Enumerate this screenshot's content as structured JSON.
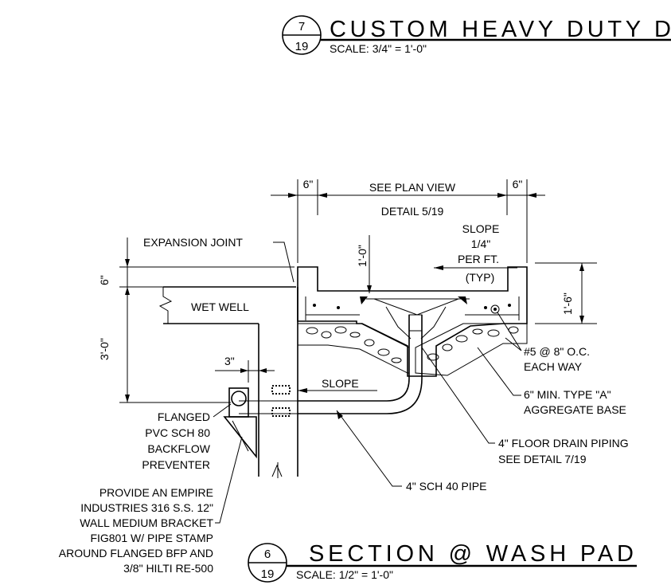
{
  "detail_top": {
    "number": "7",
    "sheet": "19",
    "title": "CUSTOM HEAVY DUTY D",
    "scale": "SCALE: 3/4\" = 1'-0\""
  },
  "detail_bottom": {
    "number": "6",
    "sheet": "19",
    "title": "SECTION @ WASH PAD",
    "scale": "SCALE: 1/2\" = 1'-0\""
  },
  "dimensions": {
    "left_curb": "6\"",
    "right_curb": "6\"",
    "slab_depth": "1'-0\"",
    "curb_height": "1'-6\"",
    "wall_top": "6\"",
    "wall_height": "3'-0\"",
    "bracket_gap": "3\""
  },
  "labels": {
    "see_plan": "SEE PLAN VIEW",
    "detail_ref": "DETAIL 5/19",
    "slope_title": "SLOPE",
    "slope_value": "1/4\"",
    "slope_per": "PER FT.",
    "slope_typ": "(TYP)",
    "expansion_joint": "EXPANSION JOINT",
    "wet_well": "WET WELL",
    "slope_pipe": "SLOPE",
    "rebar_1": "#5 @ 8\" O.C.",
    "rebar_2": "EACH WAY",
    "aggregate_1": "6\" MIN. TYPE \"A\"",
    "aggregate_2": "AGGREGATE BASE",
    "floor_drain_1": "4\" FLOOR DRAIN PIPING",
    "floor_drain_2": "SEE DETAIL 7/19",
    "sch40": "4\" SCH 40 PIPE",
    "flanged_1": "FLANGED",
    "flanged_2": "PVC SCH 80",
    "flanged_3": "BACKFLOW",
    "flanged_4": "PREVENTER",
    "note_1": "PROVIDE AN EMPIRE",
    "note_2": "INDUSTRIES 316 S.S. 12\"",
    "note_3": "WALL MEDIUM BRACKET",
    "note_4": "FIG801 W/ PIPE STAMP",
    "note_5": "AROUND FLANGED BFP AND",
    "note_6": "3/8\" HILTI RE-500"
  }
}
